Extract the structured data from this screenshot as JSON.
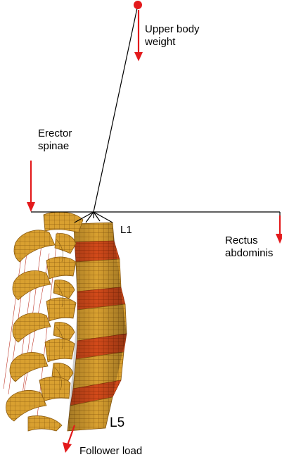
{
  "labels": {
    "upper_body_weight_line1": "Upper body",
    "upper_body_weight_line2": "weight",
    "erector_spinae_line1": "Erector",
    "erector_spinae_line2": "spinae",
    "rectus_abdominis_line1": "Rectus",
    "rectus_abdominis_line2": "abdominis",
    "l1": "L1",
    "l5": "L5",
    "follower_load": "Follower load"
  },
  "colors": {
    "force_arrow": "#e31a1c",
    "bone": "#d9a030",
    "bone_dark": "#8a5a10",
    "disc": "#d24a1a",
    "line": "#000000"
  }
}
